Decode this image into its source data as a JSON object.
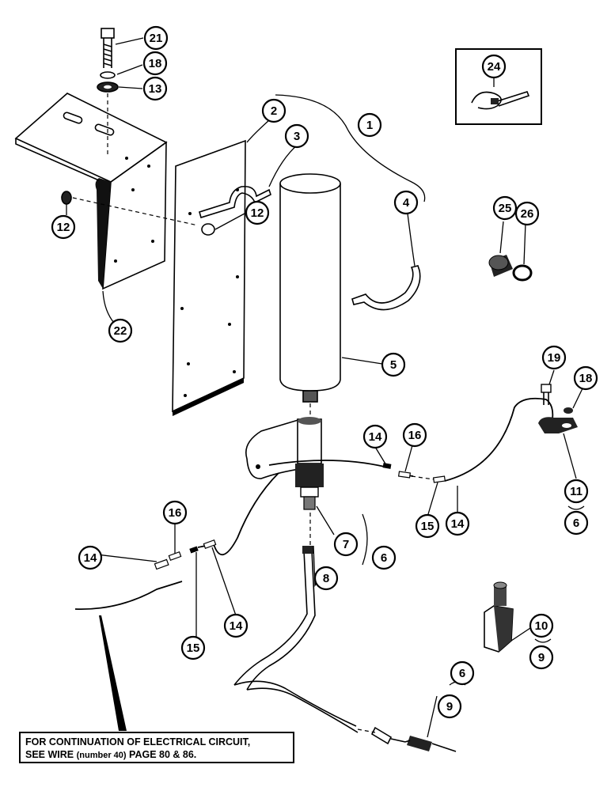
{
  "callouts": [
    {
      "id": "c21",
      "label": "21"
    },
    {
      "id": "c18a",
      "label": "18"
    },
    {
      "id": "c13",
      "label": "13"
    },
    {
      "id": "c12a",
      "label": "12"
    },
    {
      "id": "c12b",
      "label": "12"
    },
    {
      "id": "c22",
      "label": "22"
    },
    {
      "id": "c2",
      "label": "2"
    },
    {
      "id": "c3",
      "label": "3"
    },
    {
      "id": "c1",
      "label": "1"
    },
    {
      "id": "c4",
      "label": "4"
    },
    {
      "id": "c5",
      "label": "5"
    },
    {
      "id": "c24",
      "label": "24"
    },
    {
      "id": "c25",
      "label": "25"
    },
    {
      "id": "c26",
      "label": "26"
    },
    {
      "id": "c19",
      "label": "19"
    },
    {
      "id": "c18b",
      "label": "18"
    },
    {
      "id": "c11",
      "label": "11"
    },
    {
      "id": "c6a",
      "label": "6"
    },
    {
      "id": "c14a",
      "label": "14"
    },
    {
      "id": "c16a",
      "label": "16"
    },
    {
      "id": "c15a",
      "label": "15"
    },
    {
      "id": "c14b",
      "label": "14"
    },
    {
      "id": "c7",
      "label": "7"
    },
    {
      "id": "c6b",
      "label": "6"
    },
    {
      "id": "c8",
      "label": "8"
    },
    {
      "id": "c16b",
      "label": "16"
    },
    {
      "id": "c14c",
      "label": "14"
    },
    {
      "id": "c15b",
      "label": "15"
    },
    {
      "id": "c14d",
      "label": "14"
    },
    {
      "id": "c10",
      "label": "10"
    },
    {
      "id": "c9a",
      "label": "9"
    },
    {
      "id": "c6c",
      "label": "6"
    },
    {
      "id": "c9b",
      "label": "9"
    }
  ],
  "note": {
    "line1": "FOR CONTINUATION OF ELECTRICAL CIRCUIT,",
    "line2_prefix": "SEE WIRE ",
    "line2_small": "(number 40)",
    "line2_suffix": " PAGE 80 & 86."
  }
}
